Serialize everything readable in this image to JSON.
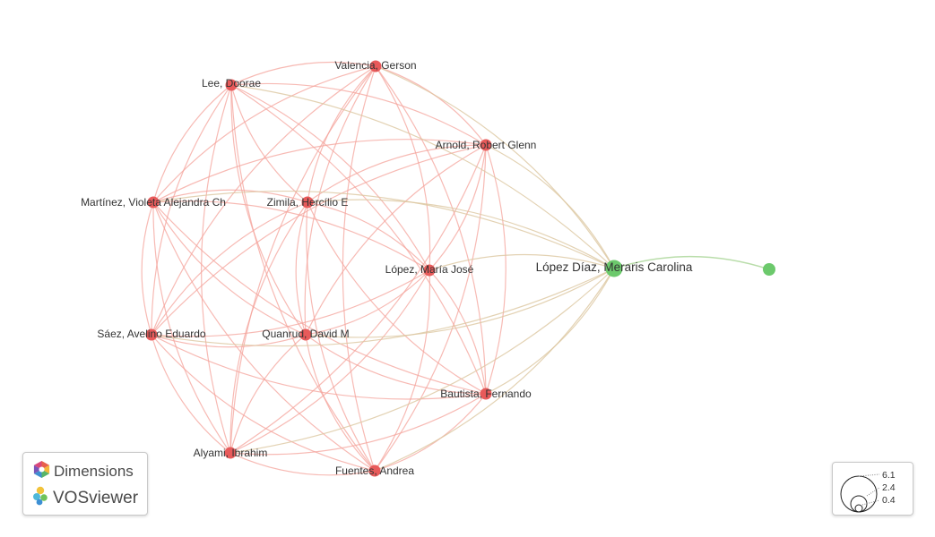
{
  "network": {
    "nodes": [
      {
        "id": "valencia",
        "label": "Valencia, Gerson",
        "cluster": 1,
        "weight": 3
      },
      {
        "id": "lee",
        "label": "Lee, Doorae",
        "cluster": 1,
        "weight": 3
      },
      {
        "id": "arnold",
        "label": "Arnold, Robert Glenn",
        "cluster": 1,
        "weight": 3
      },
      {
        "id": "martinez",
        "label": "Martínez, Violeta Alejandra Ch",
        "cluster": 1,
        "weight": 3
      },
      {
        "id": "zimila",
        "label": "Zimila, Hercílio E",
        "cluster": 1,
        "weight": 3
      },
      {
        "id": "lopez_mj",
        "label": "López, María José",
        "cluster": 1,
        "weight": 3
      },
      {
        "id": "lopez_diaz",
        "label": "López Díaz, Meraris Carolina",
        "cluster": 2,
        "weight": 6
      },
      {
        "id": "green_unlabeled",
        "label": "",
        "cluster": 2,
        "weight": 2
      },
      {
        "id": "saez",
        "label": "Sáez, Avelino Eduardo",
        "cluster": 1,
        "weight": 3
      },
      {
        "id": "quanrud",
        "label": "Quanrud, David M",
        "cluster": 1,
        "weight": 3
      },
      {
        "id": "bautista",
        "label": "Bautista, Fernando",
        "cluster": 1,
        "weight": 3
      },
      {
        "id": "alyami",
        "label": "Alyami, Ibrahim",
        "cluster": 1,
        "weight": 3
      },
      {
        "id": "fuentes",
        "label": "Fuentes, Andrea",
        "cluster": 1,
        "weight": 3
      }
    ],
    "edges_complete_cluster": [
      "valencia",
      "lee",
      "arnold",
      "martinez",
      "zimila",
      "lopez_mj",
      "saez",
      "quanrud",
      "bautista",
      "alyami",
      "fuentes"
    ],
    "edges_to_hub": {
      "hub": "lopez_diaz",
      "from": [
        "valencia",
        "lee",
        "arnold",
        "martinez",
        "zimila",
        "lopez_mj",
        "saez",
        "quanrud",
        "bautista",
        "alyami",
        "fuentes"
      ]
    },
    "edges_extra": [
      [
        "lopez_diaz",
        "green_unlabeled"
      ]
    ],
    "colors": {
      "cluster1": "#e85a5a",
      "cluster2": "#6cc96c",
      "edge1": "#f4a39b",
      "edge2": "#b5dba5",
      "edge_mixed": "#dcc7a0"
    }
  },
  "branding": {
    "dimensions_label": "Dimensions",
    "vosviewer_label": "VOSviewer",
    "dimensions_icon": "dimensions-logo-icon",
    "vosviewer_icon": "vosviewer-logo-icon"
  },
  "size_legend": {
    "values": [
      "6.1",
      "2.4",
      "0.4"
    ]
  }
}
